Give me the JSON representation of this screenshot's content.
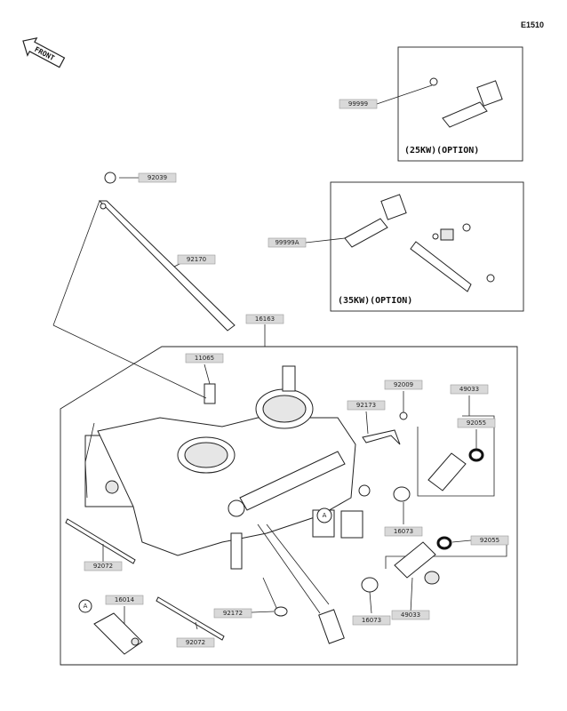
{
  "diagram_code": "E1510",
  "front_label": "FRONT",
  "options": {
    "kw25": "(25KW)(OPTION)",
    "kw35": "(35KW)(OPTION)"
  },
  "ref_markers": {
    "a": "A"
  },
  "part_numbers": {
    "p99999": "99999",
    "p92039": "92039",
    "p99999A": "99999A",
    "p92170": "92170",
    "p16163": "16163",
    "p11065": "11065",
    "p92009": "92009",
    "p49033_top": "49033",
    "p92173": "92173",
    "p92055_top": "92055",
    "p16073_mid": "16073",
    "p92055_right": "92055",
    "p92072_left": "92072",
    "p16014": "16014",
    "p92172": "92172",
    "p16073_low": "16073",
    "p49033_low": "49033",
    "p92072_bottom": "92072"
  }
}
